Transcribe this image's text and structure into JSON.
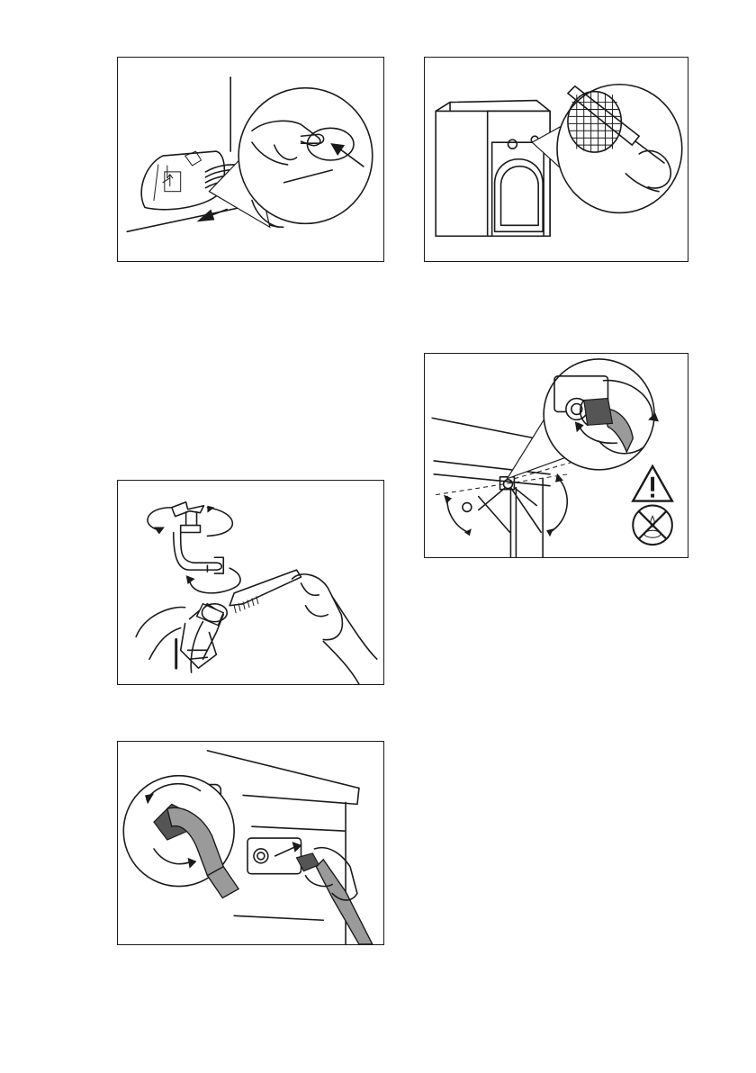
{
  "page": {
    "background": "#ffffff",
    "line_color": "#1a1a1a",
    "hose_color": "#9a9a9a"
  },
  "figures": [
    {
      "id": "pump-open"
    },
    {
      "id": "inlet-filter"
    },
    {
      "id": "hose-warning",
      "icons": [
        "warning-triangle-icon",
        "no-water-icon"
      ]
    },
    {
      "id": "tap-clean"
    },
    {
      "id": "hose-remove"
    }
  ]
}
